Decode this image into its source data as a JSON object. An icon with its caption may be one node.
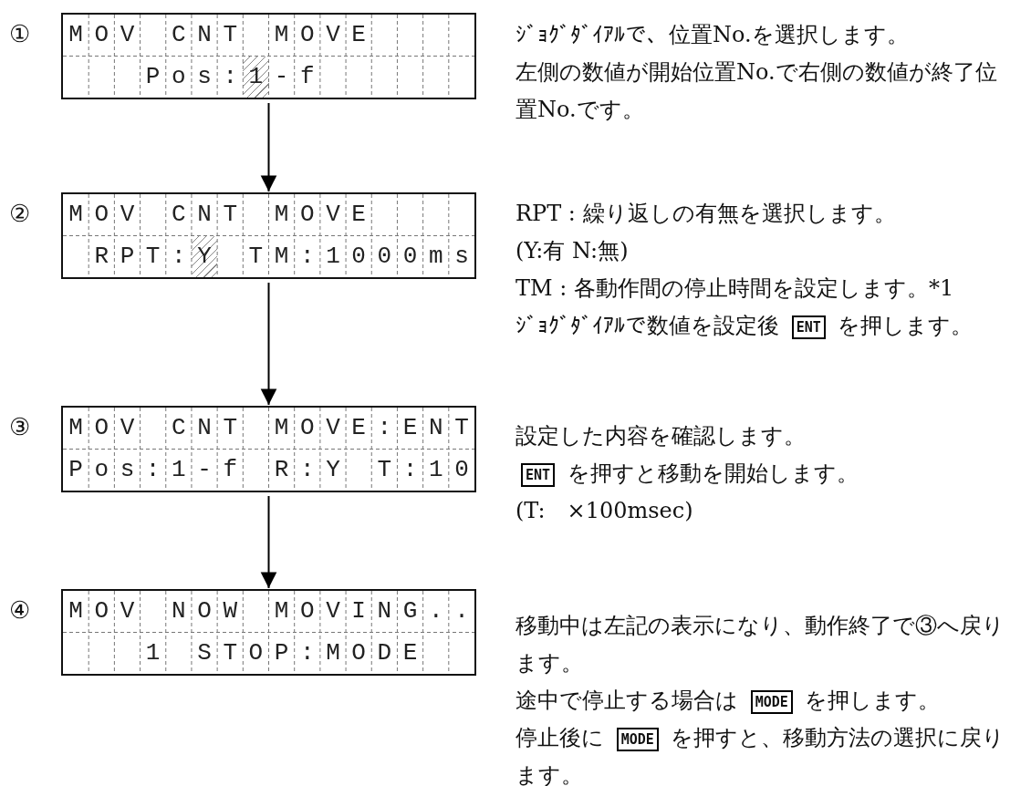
{
  "diagram": {
    "nodes": [
      {
        "text": [
          "MOV CNT MOVE",
          "Pos:1-f"
        ],
        "beside": [
          "①",
          "ｼﾞｮｸﾞﾀﾞｲｱﾙで、位置No.を選択します。",
          "左側の数値が開始位置No.で右側の数値が終了位置No.です。"
        ]
      },
      {
        "text": [
          "MOV CNT MOVE",
          "RPT:Y TM:1000ms"
        ],
        "beside": [
          "②",
          "RPT : 繰り返しの有無を選択します。",
          "(Y:有 N:無)",
          "TM  : 各動作間の停止時間を設定します。*1",
          "ｼﾞｮｸﾞﾀﾞｲｱﾙで数値を設定後 **ENT** を押します。"
        ]
      },
      {
        "text": [
          "MOV CNT MOVE:ENT",
          "Pos:1-f R:Y T:10"
        ],
        "beside": [
          "③",
          "設定した内容を確認します。",
          "**ENT** を押すと移動を開始します。",
          "(T:　×100msec)"
        ]
      },
      {
        "text": [
          "MOV NOW MOVING..",
          "1 STOP:MODE"
        ],
        "beside": [
          "④",
          "移動中は左記の表示になり、動作終了で③へ戻ります。",
          "途中で停止する場合は **MODE** を押します。",
          "停止後に **MODE** を押すと、移動方法の選択に戻ります。"
        ]
      }
    ],
    "edges": [
      {
        "from": 0,
        "to": 1,
        "arrow": "to"
      },
      {
        "from": 1,
        "to": 2,
        "arrow": "to"
      },
      {
        "from": 2,
        "to": 3,
        "arrow": "to"
      }
    ]
  }
}
